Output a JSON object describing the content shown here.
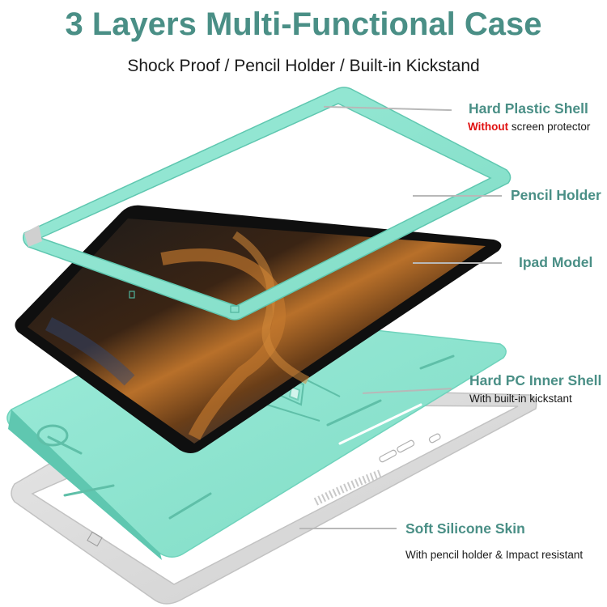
{
  "header": {
    "title": "3 Layers Multi-Functional Case",
    "subtitle": "Shock Proof / Pencil Holder / Built-in Kickstand"
  },
  "colors": {
    "title_teal": "#4a8f86",
    "mint_case": "#8fe6d2",
    "mint_dark": "#6fd3bc",
    "silicone_grey": "#d9d9d9",
    "tablet_black": "#121212",
    "warning_red": "#e01010",
    "leader_grey": "#b8b8b8"
  },
  "callouts": [
    {
      "id": "hard-plastic-shell",
      "title": "Hard Plastic Shell",
      "note_highlight": "Without",
      "note_rest": " screen protector"
    },
    {
      "id": "pencil-holder",
      "title": "Pencil Holder"
    },
    {
      "id": "ipad-model",
      "title": "Ipad Model"
    },
    {
      "id": "hard-pc-inner-shell",
      "title": "Hard PC Inner Shell",
      "note": "With built-in kickstant"
    },
    {
      "id": "soft-silicone-skin",
      "title": "Soft Silicone Skin",
      "note": "With pencil holder & Impact resistant"
    }
  ],
  "layers": [
    "Hard Plastic Shell",
    "Ipad Model",
    "Hard PC Inner Shell",
    "Soft Silicone Skin"
  ]
}
